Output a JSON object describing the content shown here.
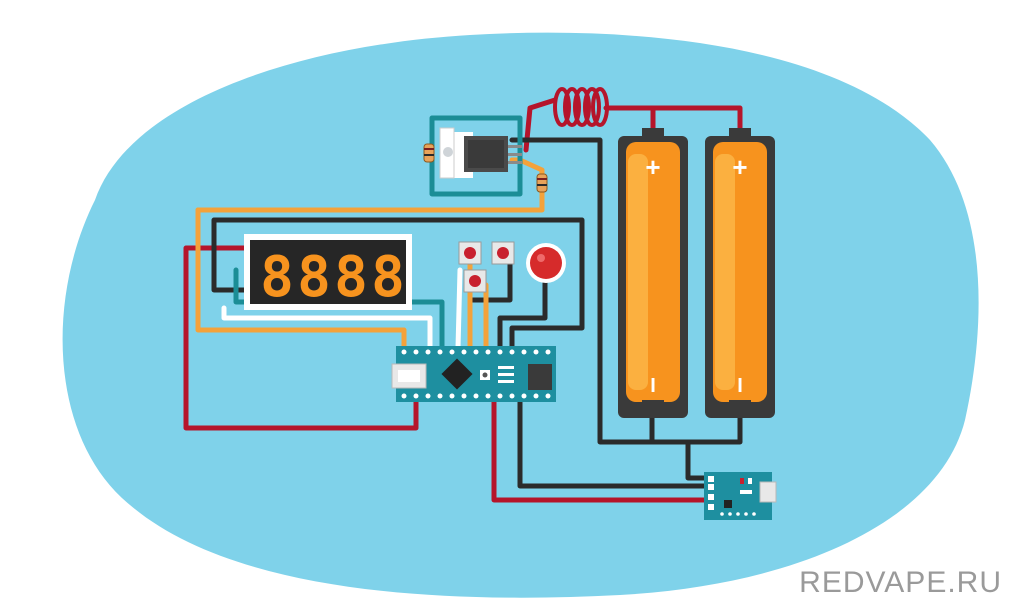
{
  "watermark": {
    "text": "REDVAPE.RU"
  },
  "display": {
    "digits": [
      "8",
      "8",
      "8",
      "8"
    ]
  },
  "battery_labels": {
    "plus": "+",
    "minus": "I"
  },
  "colors": {
    "background_blob": "#7fd2ea",
    "wire_red": "#b5152b",
    "wire_black": "#2b2b2b",
    "wire_orange": "#f4a23a",
    "wire_white": "#ffffff",
    "wire_teal": "#1b8d96",
    "battery_orange": "#f7931e",
    "battery_dark": "#3a3a3a",
    "board_teal": "#1e8fa0",
    "display_digit": "#f7931e",
    "display_body": "#262626",
    "button_red": "#d62b2b",
    "watermark": "#9a9a9a"
  },
  "icons": {
    "coil": "coil-icon",
    "mosfet": "mosfet-icon",
    "resistor": "resistor-icon",
    "battery": "battery-icon",
    "microcontroller": "arduino-nano-icon",
    "display": "seven-segment-display-icon",
    "button": "push-button-icon",
    "charger": "charger-board-icon"
  }
}
